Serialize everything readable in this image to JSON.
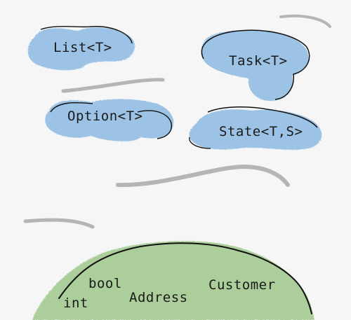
{
  "clouds": [
    {
      "id": "list",
      "label": "List<T>"
    },
    {
      "id": "task",
      "label": "Task<T>"
    },
    {
      "id": "option",
      "label": "Option<T>"
    },
    {
      "id": "state",
      "label": "State<T,S>"
    }
  ],
  "hill_labels": [
    {
      "id": "bool",
      "label": "bool"
    },
    {
      "id": "int",
      "label": "int"
    },
    {
      "id": "address",
      "label": "Address"
    },
    {
      "id": "customer",
      "label": "Customer"
    }
  ],
  "colors": {
    "cloud_fill": "#8dbbe3",
    "hill_fill": "#9fc88a",
    "wind_stroke": "#b5b5b5",
    "outline": "#111111",
    "background": "#f6f6f6"
  }
}
